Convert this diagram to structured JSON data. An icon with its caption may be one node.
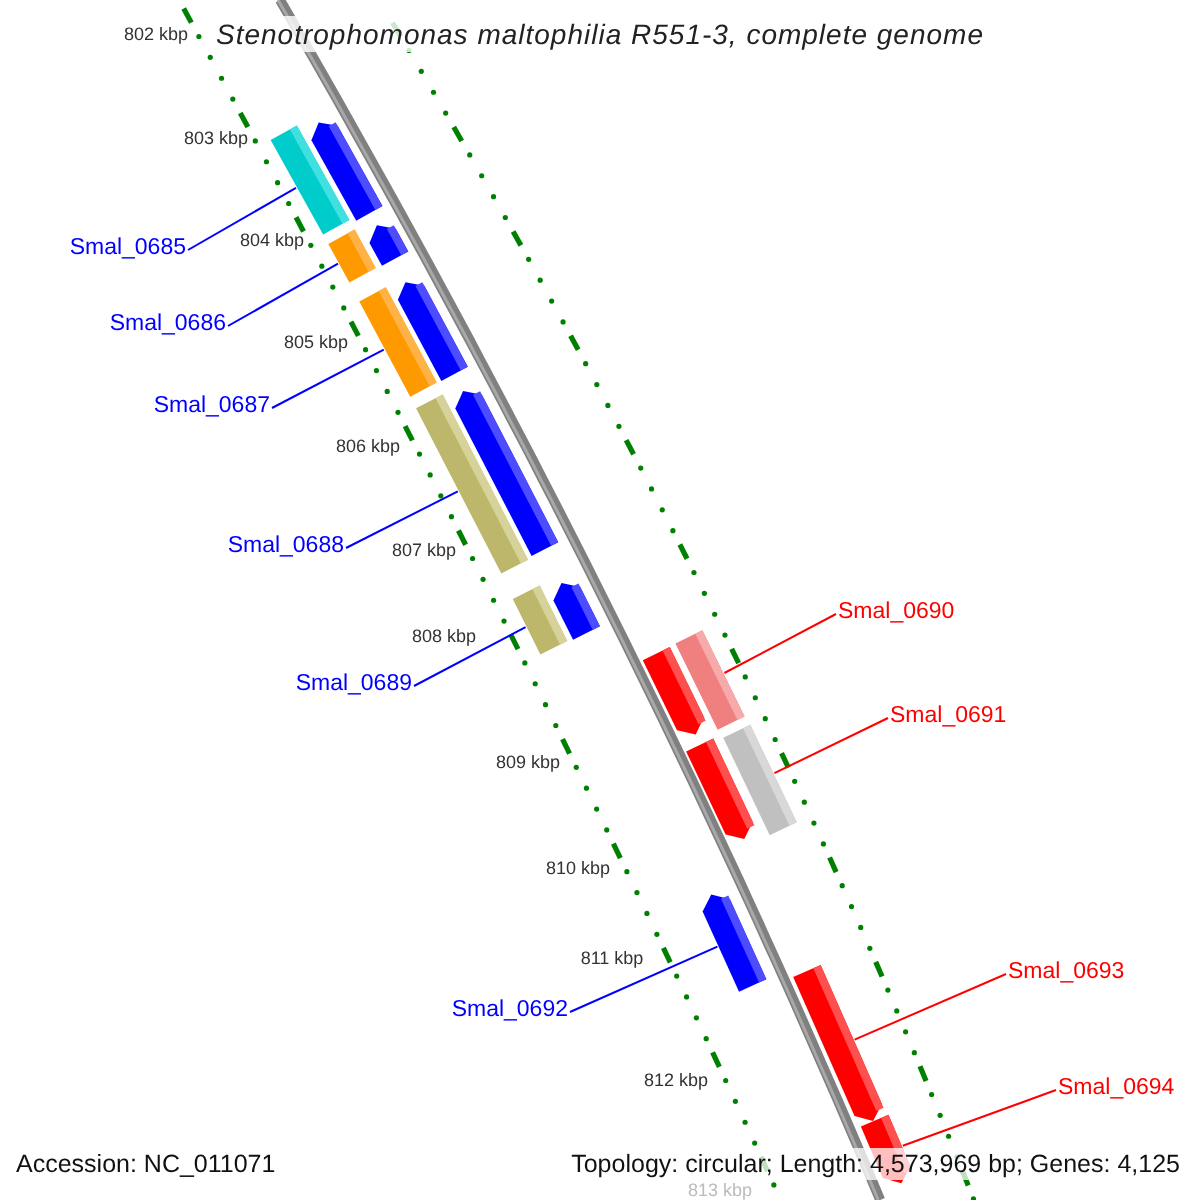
{
  "diagram": {
    "title": "Stenotrophomonas maltophilia R551-3, complete genome",
    "nodes": [
      {
        "text": [
          "Smal_0685"
        ]
      },
      {
        "text": [
          "Smal_0686"
        ]
      },
      {
        "text": [
          "Smal_0687"
        ]
      },
      {
        "text": [
          "Smal_0688"
        ]
      },
      {
        "text": [
          "Smal_0689"
        ]
      },
      {
        "text": [
          "Smal_0690"
        ]
      },
      {
        "text": [
          "Smal_0691"
        ]
      },
      {
        "text": [
          "Smal_0692"
        ]
      },
      {
        "text": [
          "Smal_0693"
        ]
      },
      {
        "text": [
          "Smal_0694"
        ]
      },
      {
        "text": [],
        "shape": "arrow"
      },
      {
        "text": [],
        "shape": "bar"
      },
      {
        "text": [],
        "shape": "arrow"
      },
      {
        "text": [],
        "shape": "bar"
      },
      {
        "text": [],
        "shape": "arrow"
      },
      {
        "text": [],
        "shape": "bar"
      },
      {
        "text": [],
        "shape": "arrow"
      },
      {
        "text": [],
        "shape": "bar"
      },
      {
        "text": [],
        "shape": "arrow"
      },
      {
        "text": [],
        "shape": "bar"
      },
      {
        "text": [],
        "shape": "bar"
      },
      {
        "text": [],
        "shape": "arrow"
      },
      {
        "text": [],
        "shape": "bar"
      },
      {
        "text": [],
        "shape": "arrow"
      },
      {
        "text": [],
        "shape": "arrow"
      },
      {
        "text": [],
        "shape": "arrow"
      },
      {
        "text": [],
        "shape": "arrow"
      }
    ],
    "edges": [
      {
        "from": 0,
        "to": 11,
        "arrow": "none"
      },
      {
        "from": 1,
        "to": 13,
        "arrow": "none"
      },
      {
        "from": 2,
        "to": 15,
        "arrow": "none"
      },
      {
        "from": 3,
        "to": 17,
        "arrow": "none"
      },
      {
        "from": 4,
        "to": 19,
        "arrow": "none"
      },
      {
        "from": 5,
        "to": 20,
        "arrow": "none",
        "color": "#ff0000"
      },
      {
        "from": 6,
        "to": 22,
        "arrow": "none",
        "color": "#ff0000"
      },
      {
        "from": 7,
        "to": 24,
        "arrow": "none"
      },
      {
        "from": 8,
        "to": 25,
        "arrow": "none",
        "color": "#ff0000"
      },
      {
        "from": 9,
        "to": 26,
        "arrow": "none",
        "color": "#ff0000"
      }
    ],
    "labels": [
      "802 kbp",
      "803 kbp",
      "804 kbp",
      "805 kbp",
      "806 kbp",
      "807 kbp",
      "808 kbp",
      "809 kbp",
      "810 kbp",
      "811 kbp",
      "812 kbp",
      "813 kbp",
      "Accession: NC_011071",
      "Topology: circular; Length: 4,573,969 bp; Genes: 4,125"
    ]
  }
}
